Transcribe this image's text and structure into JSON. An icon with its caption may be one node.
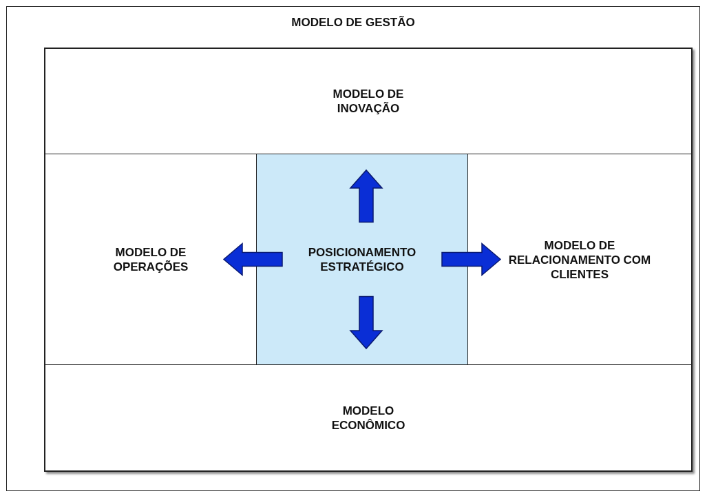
{
  "diagram": {
    "nodes": [
      {
        "text": [
          "MODELO DE GESTÃO"
        ]
      },
      {
        "text": [],
        "shape": "box",
        "in": 0
      },
      {
        "text": [
          "MODELO DE INOVAÇÃO"
        ],
        "in": 1
      },
      {
        "text": [
          "MODELO DE OPERAÇÕES"
        ],
        "in": 1
      },
      {
        "text": [
          "POSICIONAMENTO ESTRATÉGICO"
        ],
        "in": 1
      },
      {
        "text": [
          "MODELO DE RELACIONAMENTO COM CLIENTES"
        ],
        "in": 1
      },
      {
        "text": [
          "MODELO ECONÔMICO"
        ],
        "in": 1
      }
    ],
    "edges": [
      {
        "from": 4,
        "to": 2,
        "arrow": "to",
        "style": "thick"
      },
      {
        "from": 4,
        "to": 3,
        "arrow": "to",
        "style": "thick"
      },
      {
        "from": 4,
        "to": 5,
        "arrow": "to",
        "style": "thick"
      },
      {
        "from": 4,
        "to": 6,
        "arrow": "to",
        "style": "thick"
      }
    ]
  }
}
